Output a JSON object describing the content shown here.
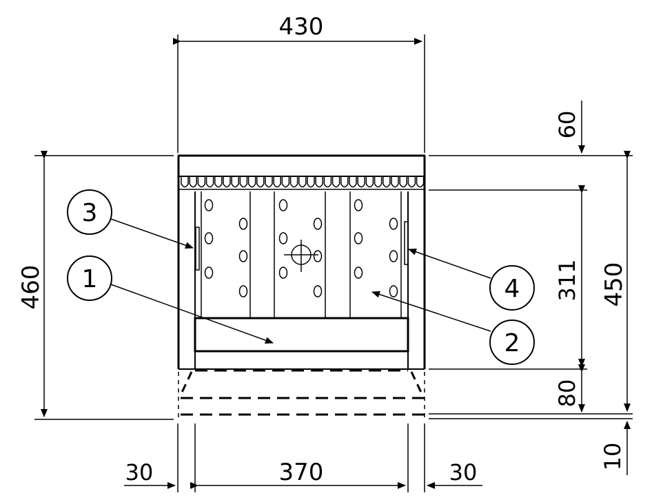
{
  "drawing": {
    "dimensions": {
      "width_total": "430",
      "height_total": "460",
      "height_right": "450",
      "depth_top": "60",
      "height_inner": "311",
      "height_bottom": "80",
      "height_base": "10",
      "width_left": "30",
      "width_middle": "370",
      "width_right": "30"
    },
    "callouts": [
      {
        "id": "1"
      },
      {
        "id": "2"
      },
      {
        "id": "3"
      },
      {
        "id": "4"
      }
    ]
  }
}
